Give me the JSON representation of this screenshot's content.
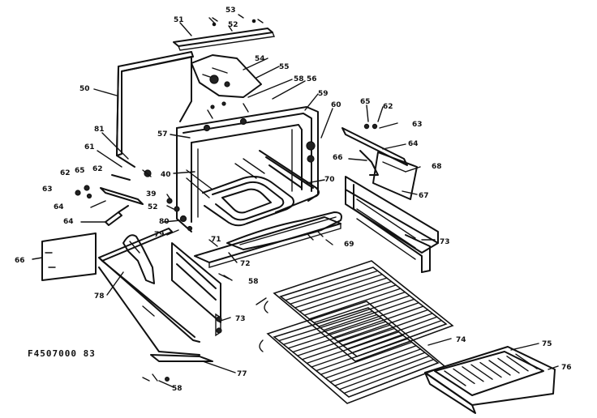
{
  "drawing_id": "F4507000 83",
  "callouts": [
    {
      "id": "c51a",
      "text": "51"
    },
    {
      "id": "c53",
      "text": "53"
    },
    {
      "id": "c52a",
      "text": "52"
    },
    {
      "id": "c54",
      "text": "54"
    },
    {
      "id": "c55",
      "text": "55"
    },
    {
      "id": "c50",
      "text": "50"
    },
    {
      "id": "c58a",
      "text": "58"
    },
    {
      "id": "c56",
      "text": "56"
    },
    {
      "id": "c59",
      "text": "59"
    },
    {
      "id": "c60",
      "text": "60"
    },
    {
      "id": "c65a",
      "text": "65"
    },
    {
      "id": "c62a",
      "text": "62"
    },
    {
      "id": "c63a",
      "text": "63"
    },
    {
      "id": "c57",
      "text": "57"
    },
    {
      "id": "c81",
      "text": "81"
    },
    {
      "id": "c61",
      "text": "61"
    },
    {
      "id": "c64a",
      "text": "64"
    },
    {
      "id": "c66a",
      "text": "66"
    },
    {
      "id": "c68",
      "text": "68"
    },
    {
      "id": "c62b",
      "text": "62"
    },
    {
      "id": "c65b",
      "text": "65"
    },
    {
      "id": "c62c",
      "text": "62"
    },
    {
      "id": "c63b",
      "text": "63"
    },
    {
      "id": "c40",
      "text": "40"
    },
    {
      "id": "c70",
      "text": "70"
    },
    {
      "id": "c67",
      "text": "67"
    },
    {
      "id": "c39",
      "text": "39"
    },
    {
      "id": "c52b",
      "text": "52"
    },
    {
      "id": "c64b",
      "text": "64"
    },
    {
      "id": "c80",
      "text": "80"
    },
    {
      "id": "c64c",
      "text": "64"
    },
    {
      "id": "c79",
      "text": "79"
    },
    {
      "id": "c71",
      "text": "71"
    },
    {
      "id": "c69",
      "text": "69"
    },
    {
      "id": "c73a",
      "text": "73"
    },
    {
      "id": "c66b",
      "text": "66"
    },
    {
      "id": "c72",
      "text": "72"
    },
    {
      "id": "c58b",
      "text": "58"
    },
    {
      "id": "c78",
      "text": "78"
    },
    {
      "id": "c73b",
      "text": "73"
    },
    {
      "id": "c74",
      "text": "74"
    },
    {
      "id": "c75",
      "text": "75"
    },
    {
      "id": "c76",
      "text": "76"
    },
    {
      "id": "c77",
      "text": "77"
    },
    {
      "id": "c58c",
      "text": "58"
    }
  ]
}
